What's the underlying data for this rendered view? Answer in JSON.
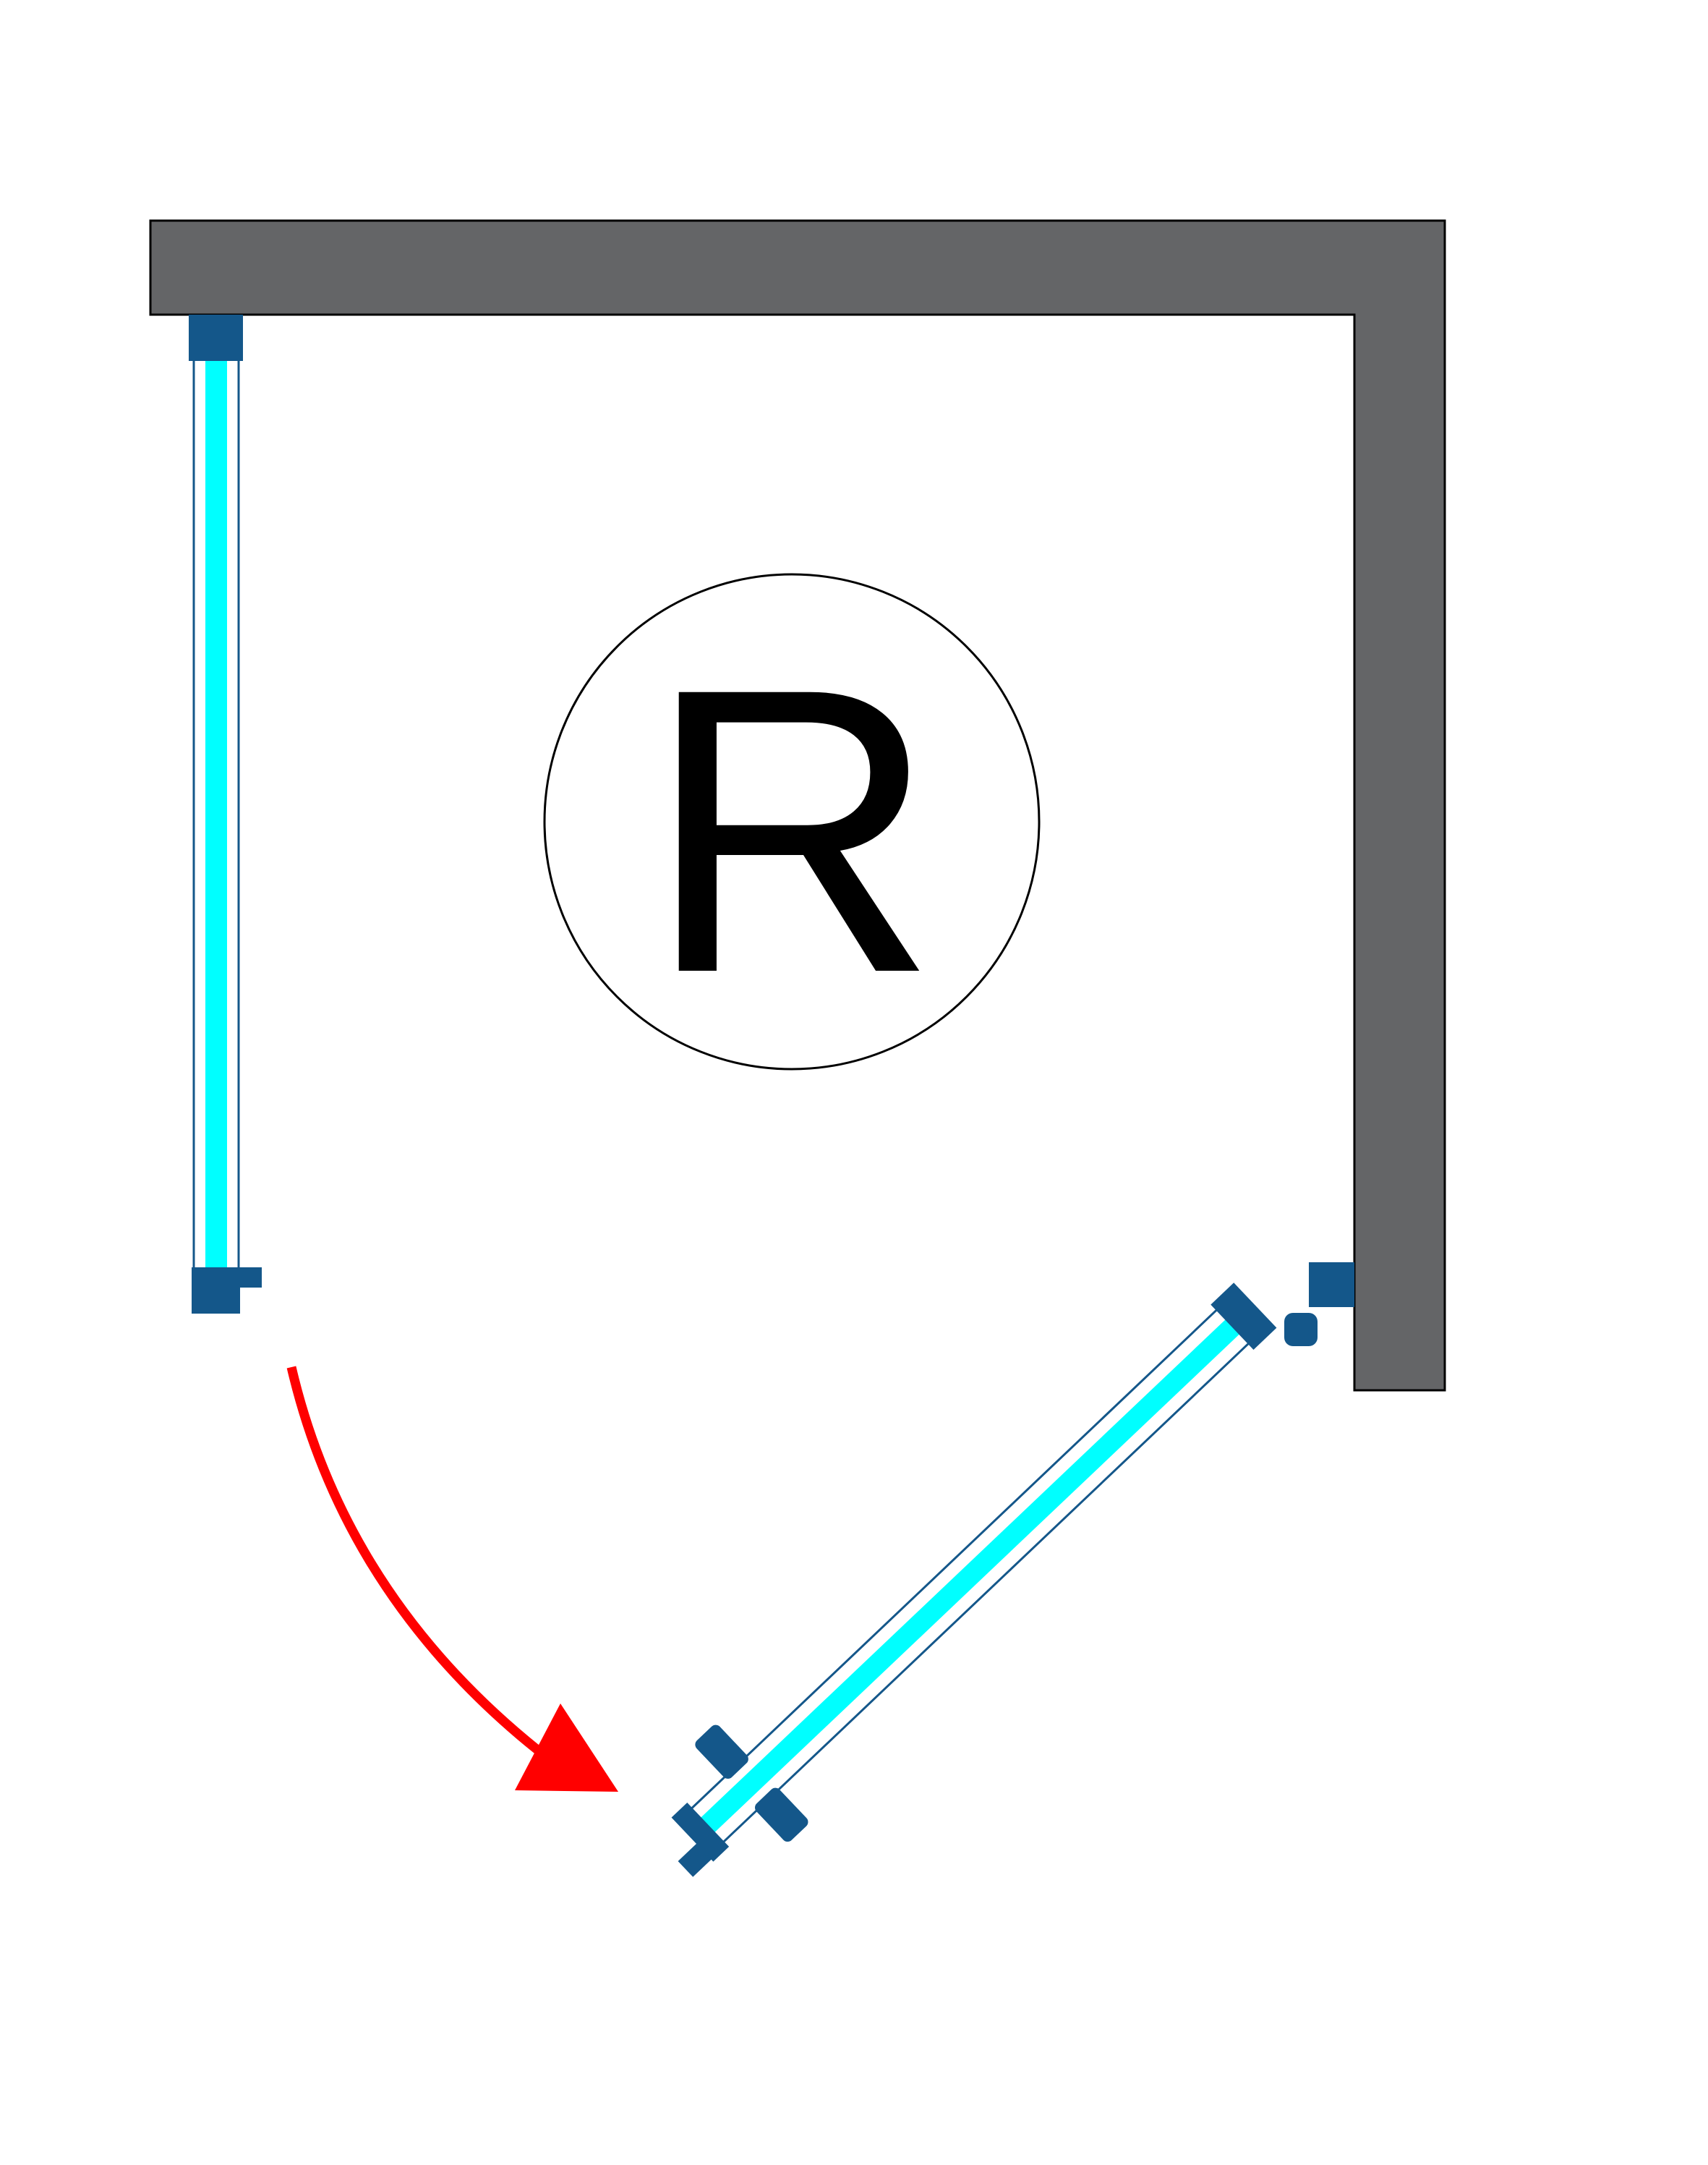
{
  "diagram": {
    "label": "R",
    "colors": {
      "wall": "#646567",
      "wall_outline": "#000000",
      "profile": "#14578a",
      "glass": "#00ffff",
      "arrow": "#ff0000",
      "circle_outline": "#000000",
      "label": "#000000"
    },
    "icons": {
      "arrow": "curved-arrow-clockwise",
      "door": "swing-door-open",
      "fixed_panel": "fixed-glass-panel"
    }
  }
}
